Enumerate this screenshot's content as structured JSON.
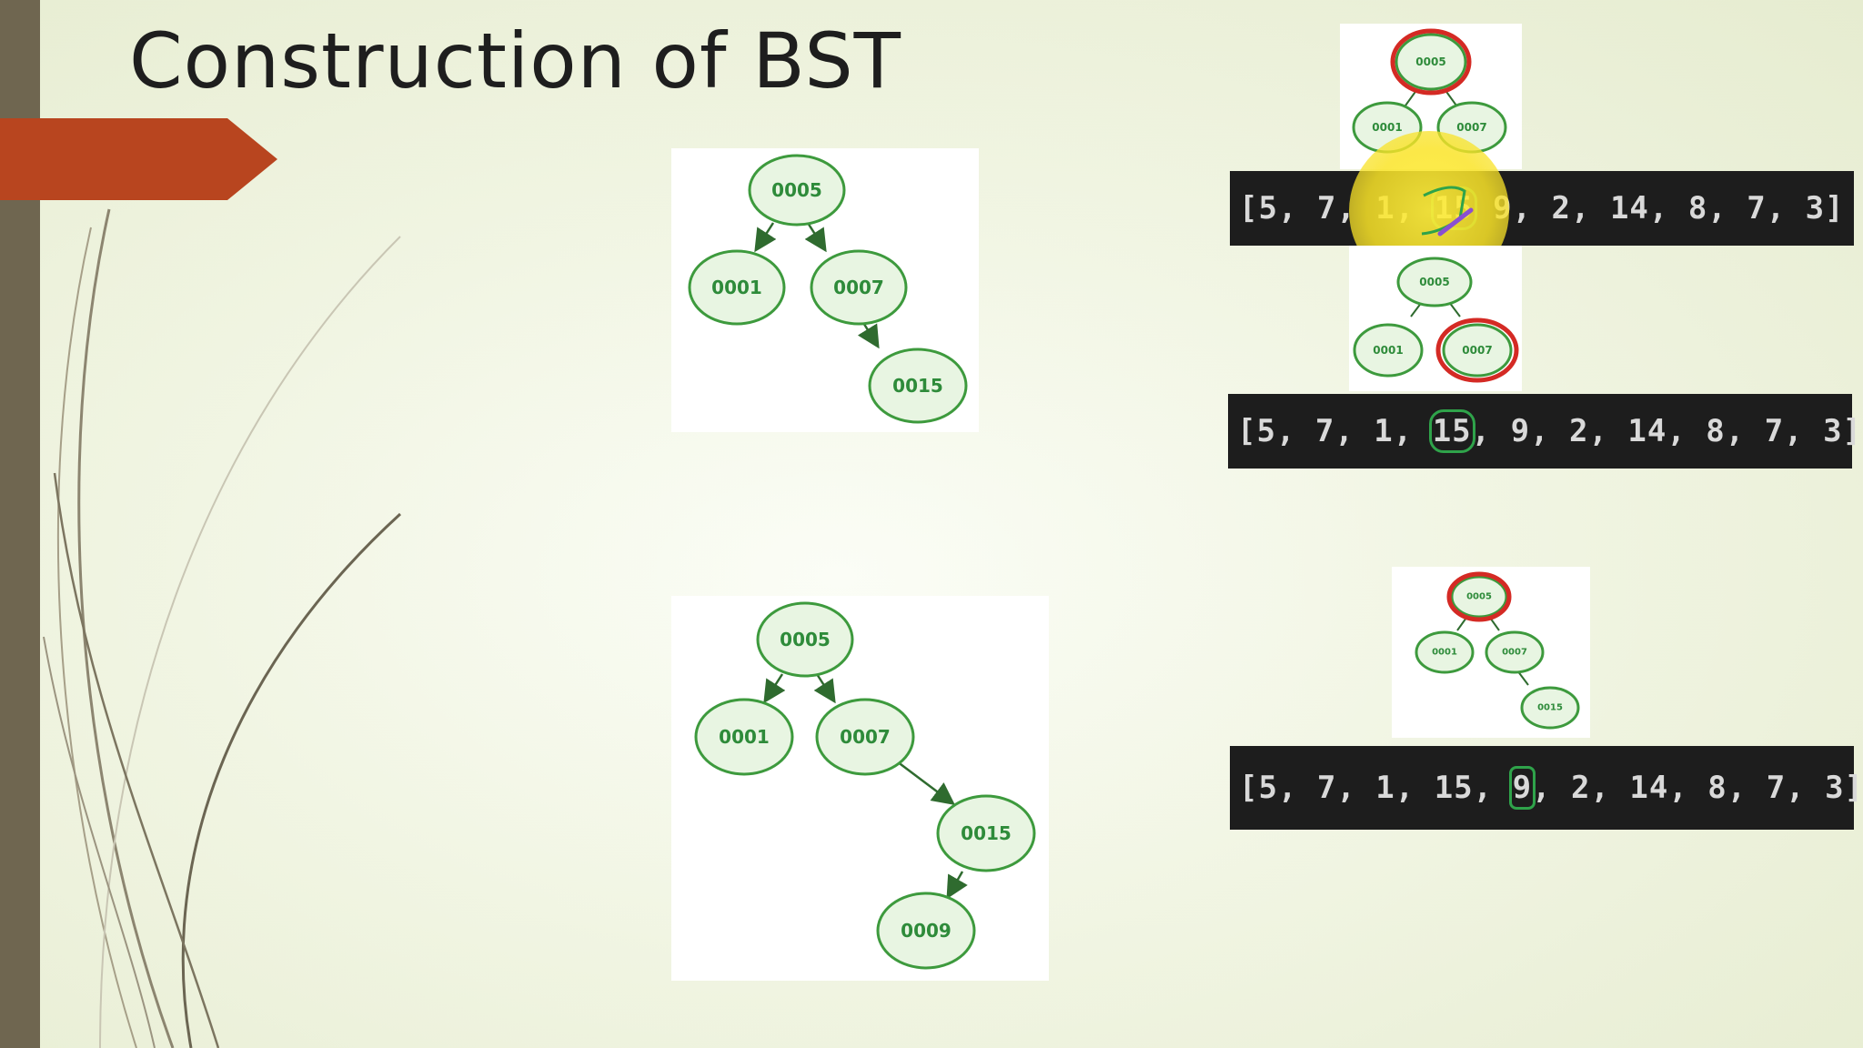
{
  "slide": {
    "title": "Construction of BST"
  },
  "trees": {
    "main_step_a": {
      "nodes": [
        "0005",
        "0001",
        "0007",
        "0015"
      ]
    },
    "main_step_b": {
      "nodes": [
        "0005",
        "0001",
        "0007",
        "0015",
        "0009"
      ]
    },
    "thumb_a": {
      "nodes": [
        "0005",
        "0001",
        "0007"
      ]
    },
    "thumb_b": {
      "nodes": [
        "0005",
        "0001",
        "0007"
      ]
    },
    "thumb_c": {
      "nodes": [
        "0005",
        "0001",
        "0007",
        "0015"
      ]
    }
  },
  "arrays": {
    "first": {
      "before": "[5, 7, 1, ",
      "highlight": "15",
      "after": " 9, 2, 14, 8, 7, 3]"
    },
    "second": {
      "before": "[5, 7, 1, ",
      "highlight": "15",
      "after": ", 9, 2, 14, 8, 7, 3]"
    },
    "third": {
      "before": "[5, 7, 1, 15, ",
      "highlight": "9",
      "after": ", 2, 14, 8, 7, 3]"
    }
  },
  "colors": {
    "accent_arrow": "#b8451f",
    "highlight_cursor": "#f7e43a",
    "node_stroke": "#3d9a3d",
    "ring_red": "#d42a24"
  }
}
